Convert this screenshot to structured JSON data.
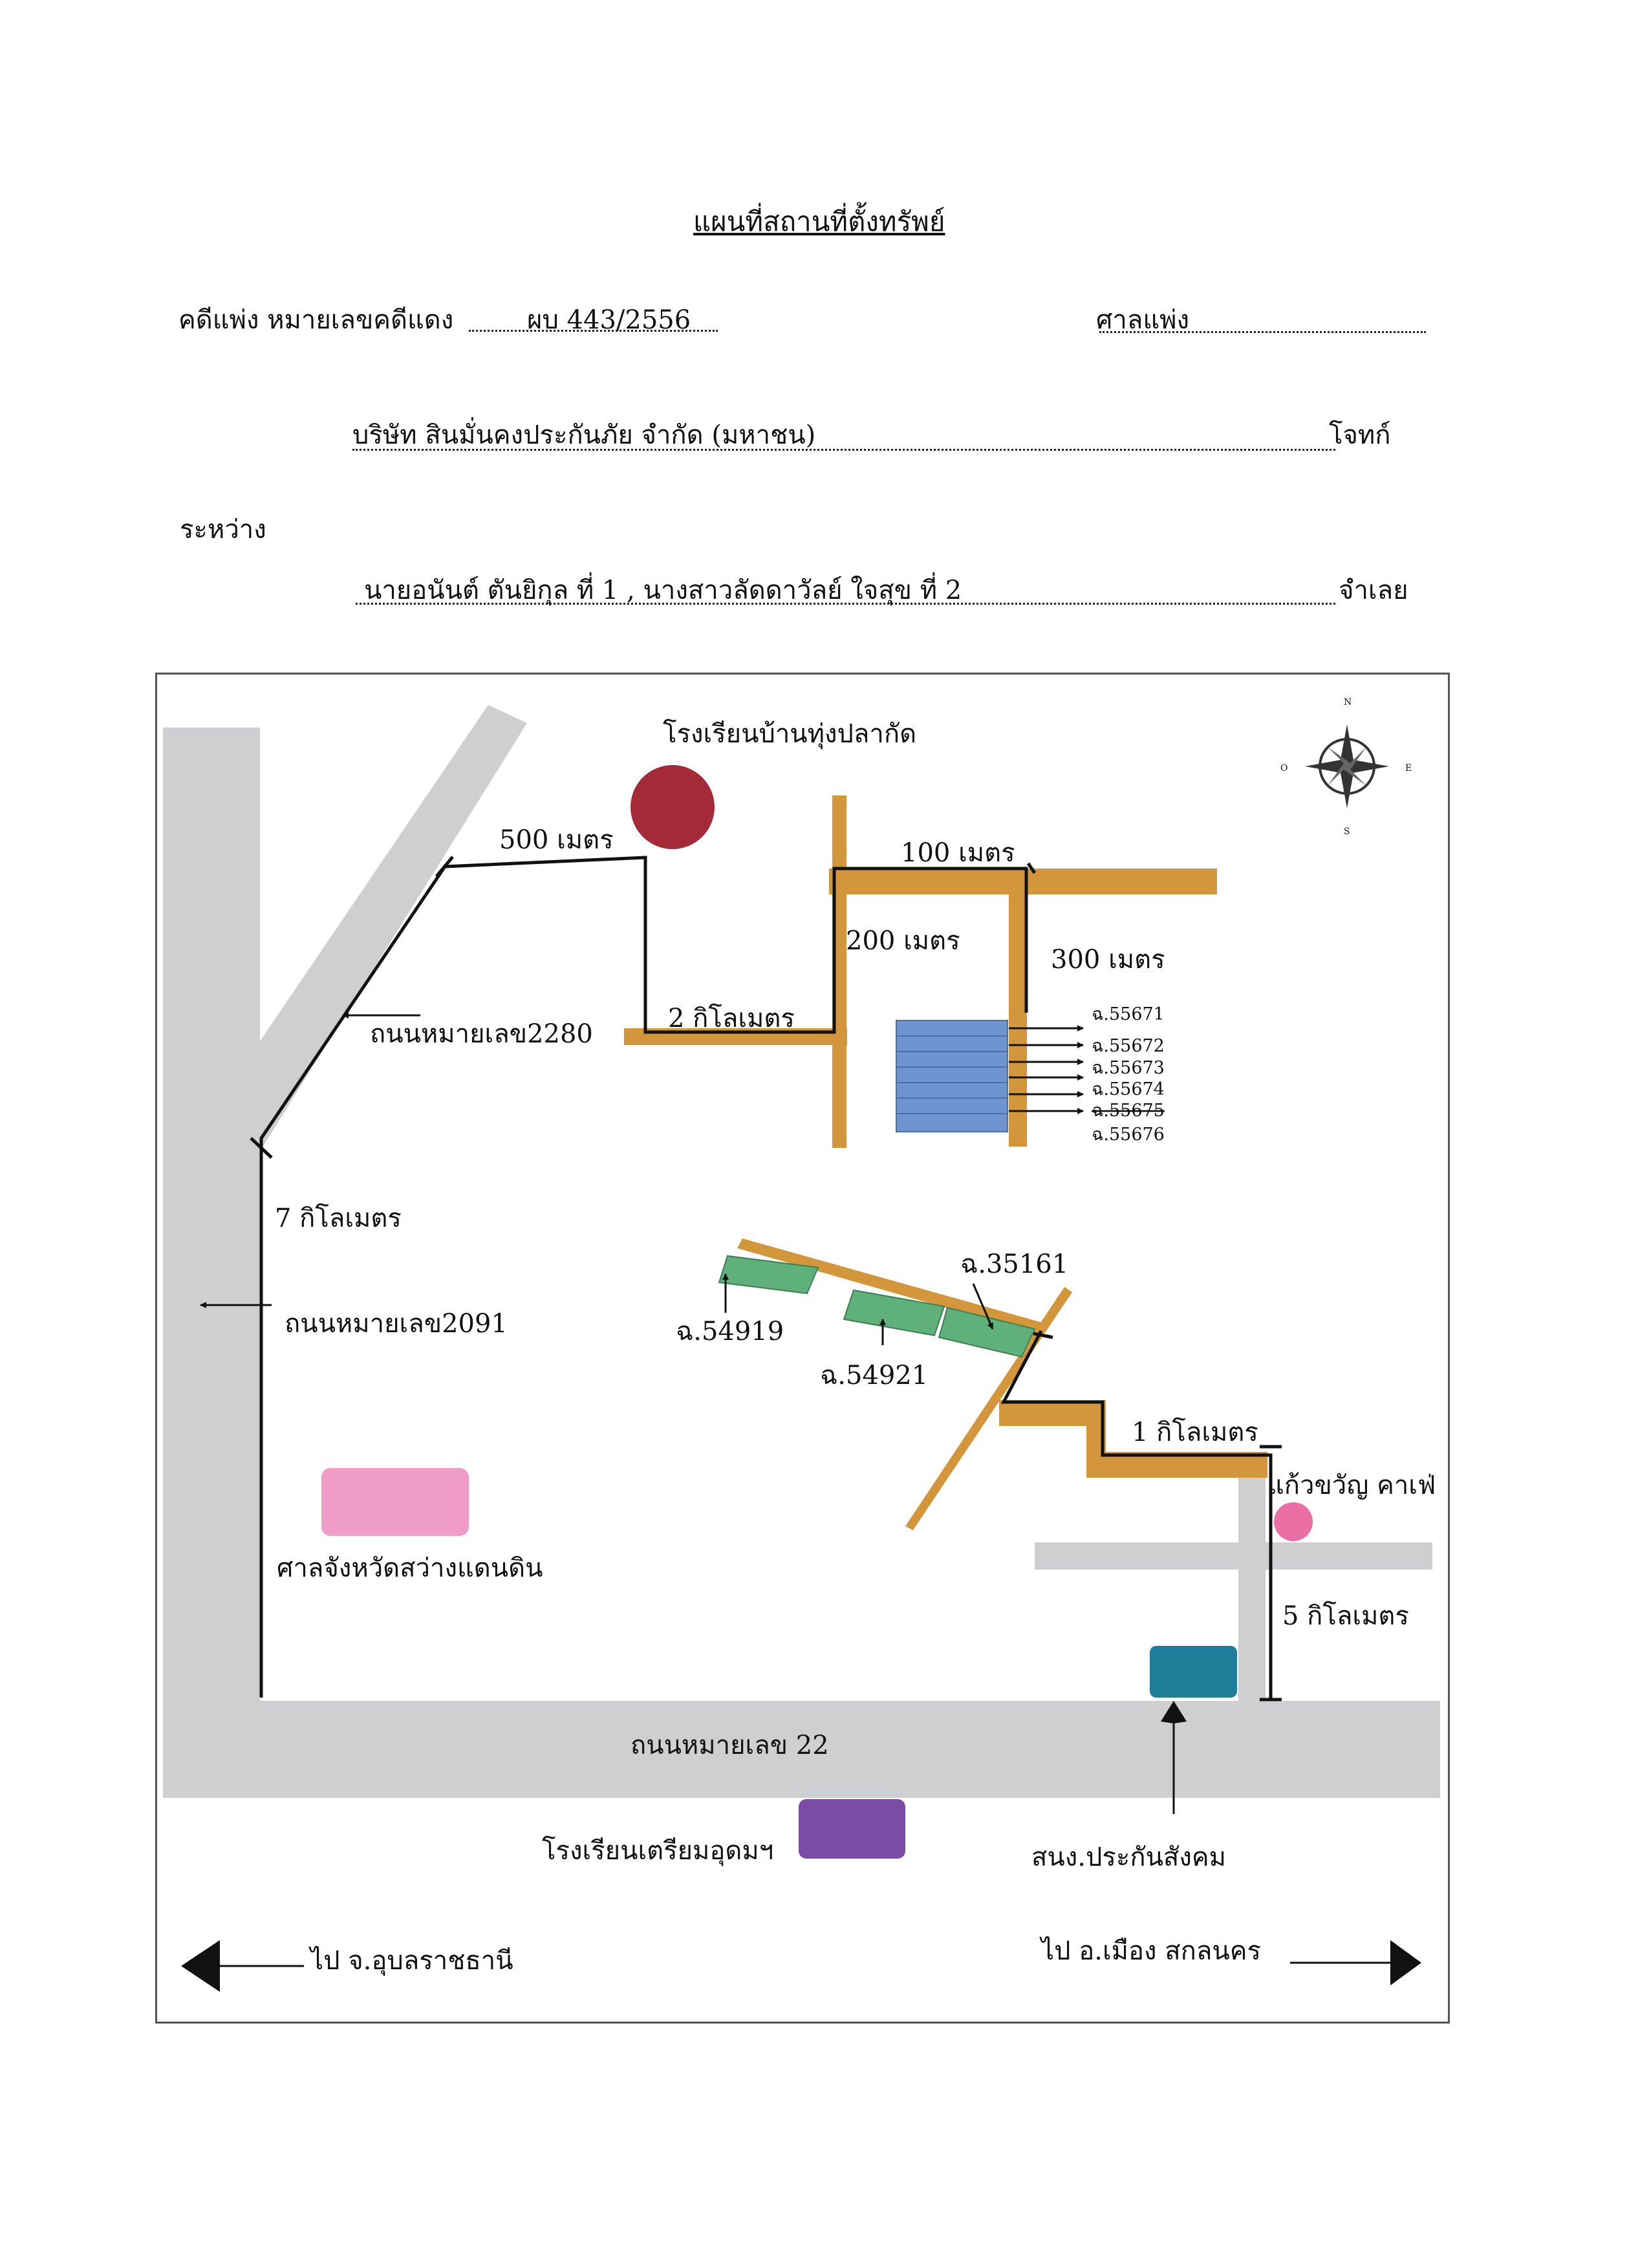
{
  "header": {
    "title": "แผนที่สถานที่ตั้งทรัพย์",
    "case_label": "คดีแพ่ง หมายเลขคดีแดง",
    "case_number": "ผบ 443/2556",
    "court_label": "ศาลแพ่ง",
    "plaintiff_name": "บริษัท สินมั่นคงประกันภัย จำกัด (มหาชน)",
    "plaintiff_role": "โจทก์",
    "between_label": "ระหว่าง",
    "defendant_name": "นายอนันต์ ตันยิกุล ที่ 1 , นางสาวลัดดาวัลย์ ใจสุข ที่ 2",
    "defendant_role": "จำเลย"
  },
  "map": {
    "school_name": "โรงเรียนบ้านทุ่งปลากัด",
    "dist_500m": "500 เมตร",
    "dist_100m": "100 เมตร",
    "dist_200m": "200 เมตร",
    "dist_300m": "300 เมตร",
    "dist_2km": "2 กิโลเมตร",
    "road_2280": "ถนนหมายเลข2280",
    "dist_7km": "7 กิโลเมตร",
    "road_2091": "ถนนหมายเลข2091",
    "court_building": "ศาลจังหวัดสว่างแดนดิน",
    "road_22": "ถนนหมายเลข 22",
    "prep_school": "โรงเรียนเตรียมอุดมฯ",
    "social_security": "สนง.ประกันสังคม",
    "cafe": "แก้วขวัญ คาเฟ่",
    "dist_1km": "1 กิโลเมตร",
    "dist_5km": "5 กิโลเมตร",
    "to_udon": "ไป จ.อุบลราชธานี",
    "to_sakon": "ไป อ.เมือง สกลนคร",
    "deed_55671": "ฉ.55671",
    "deed_55672": "ฉ.55672",
    "deed_55673": "ฉ.55673",
    "deed_55674": "ฉ.55674",
    "deed_55675": "ฉ.55675",
    "deed_55676": "ฉ.55676",
    "deed_35161": "ฉ.35161",
    "deed_54919": "ฉ.54919",
    "deed_54921": "ฉ.54921",
    "compass_n": "N",
    "compass_s": "S",
    "compass_e": "E",
    "compass_w": "O",
    "colors": {
      "main_road": "#cfcfd2",
      "local_road": "#d4963a",
      "school": "#a32a36",
      "plots_blue": "#6f94cf",
      "plots_green": "#5fb07a",
      "court": "#ef9cc8",
      "cafe": "#ea6fa5",
      "social_security": "#1f7f9a",
      "prep_school": "#7b4ca6"
    }
  }
}
